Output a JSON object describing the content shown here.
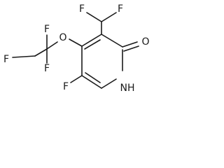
{
  "structure": {
    "atoms": {
      "f1": "F",
      "f2": "F",
      "f3": "F",
      "f4": "F",
      "f5": "F",
      "f6": "F",
      "o_ether": "O",
      "o_carbonyl": "O",
      "n_h": "NH"
    }
  }
}
